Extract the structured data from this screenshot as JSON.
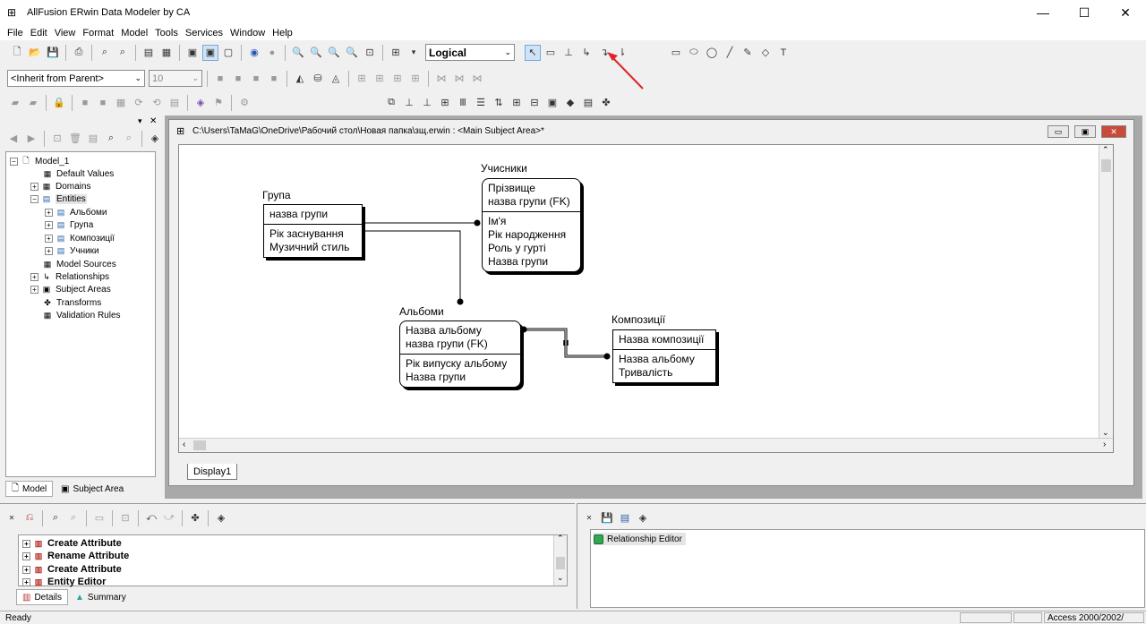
{
  "window": {
    "title": "AllFusion ERwin Data Modeler by CA",
    "minimize": "—",
    "maximize": "☐",
    "close": "✕"
  },
  "menu": [
    "File",
    "Edit",
    "View",
    "Format",
    "Model",
    "Tools",
    "Services",
    "Window",
    "Help"
  ],
  "toolbar": {
    "view_mode": "Logical",
    "inherit_combo": "<Inherit from Parent>",
    "font_size": "10"
  },
  "tree": {
    "root": "Model_1",
    "items": [
      {
        "label": "Default Values",
        "icon": "default-values-icon"
      },
      {
        "label": "Domains",
        "icon": "domains-icon"
      },
      {
        "label": "Entities",
        "icon": "entities-icon"
      },
      {
        "label": "Альбоми",
        "icon": "entity-icon"
      },
      {
        "label": "Група",
        "icon": "entity-icon"
      },
      {
        "label": "Композиції",
        "icon": "entity-icon"
      },
      {
        "label": "Учники",
        "icon": "entity-icon"
      },
      {
        "label": "Model Sources",
        "icon": "model-sources-icon"
      },
      {
        "label": "Relationships",
        "icon": "relationships-icon"
      },
      {
        "label": "Subject Areas",
        "icon": "subject-areas-icon"
      },
      {
        "label": "Transforms",
        "icon": "transforms-icon"
      },
      {
        "label": "Validation Rules",
        "icon": "validation-rules-icon"
      }
    ],
    "tab_model": "Model",
    "tab_subject_area": "Subject Area"
  },
  "diagram_window": {
    "title": "C:\\Users\\TaMaG\\OneDrive\\Рабочий стол\\Новая папка\\зщ.erwin : <Main Subject Area>*",
    "tab": "Display1"
  },
  "entities": {
    "group": {
      "name": "Група",
      "keys": [
        "назва групи"
      ],
      "attrs": [
        "Рік заснування",
        "Музичний стиль"
      ]
    },
    "students": {
      "name": "Учисники",
      "keys": [
        "Прізвище",
        "назва групи (FK)"
      ],
      "attrs": [
        "Ім'я",
        "Рік народження",
        "Роль у гурті",
        "Назва групи"
      ]
    },
    "albums": {
      "name": "Альбоми",
      "keys": [
        "Назва альбому",
        "назва групи (FK)"
      ],
      "attrs": [
        "Рік випуску альбому",
        "Назва групи"
      ]
    },
    "compositions": {
      "name": "Композиції",
      "keys": [
        "Назва композиції"
      ],
      "attrs": [
        "Назва альбому",
        "Тривалість"
      ]
    }
  },
  "action_log": {
    "items": [
      "Create Attribute",
      "Rename Attribute",
      "Create Attribute",
      "Entity Editor"
    ],
    "tab_details": "Details",
    "tab_summary": "Summary"
  },
  "editor_log": {
    "items": [
      "Relationship Editor"
    ]
  },
  "status": {
    "text": "Ready",
    "db": "Access 2000/2002/"
  },
  "colors": {
    "arrow": "#e0242a",
    "mdi_close": "#c94a3a"
  }
}
